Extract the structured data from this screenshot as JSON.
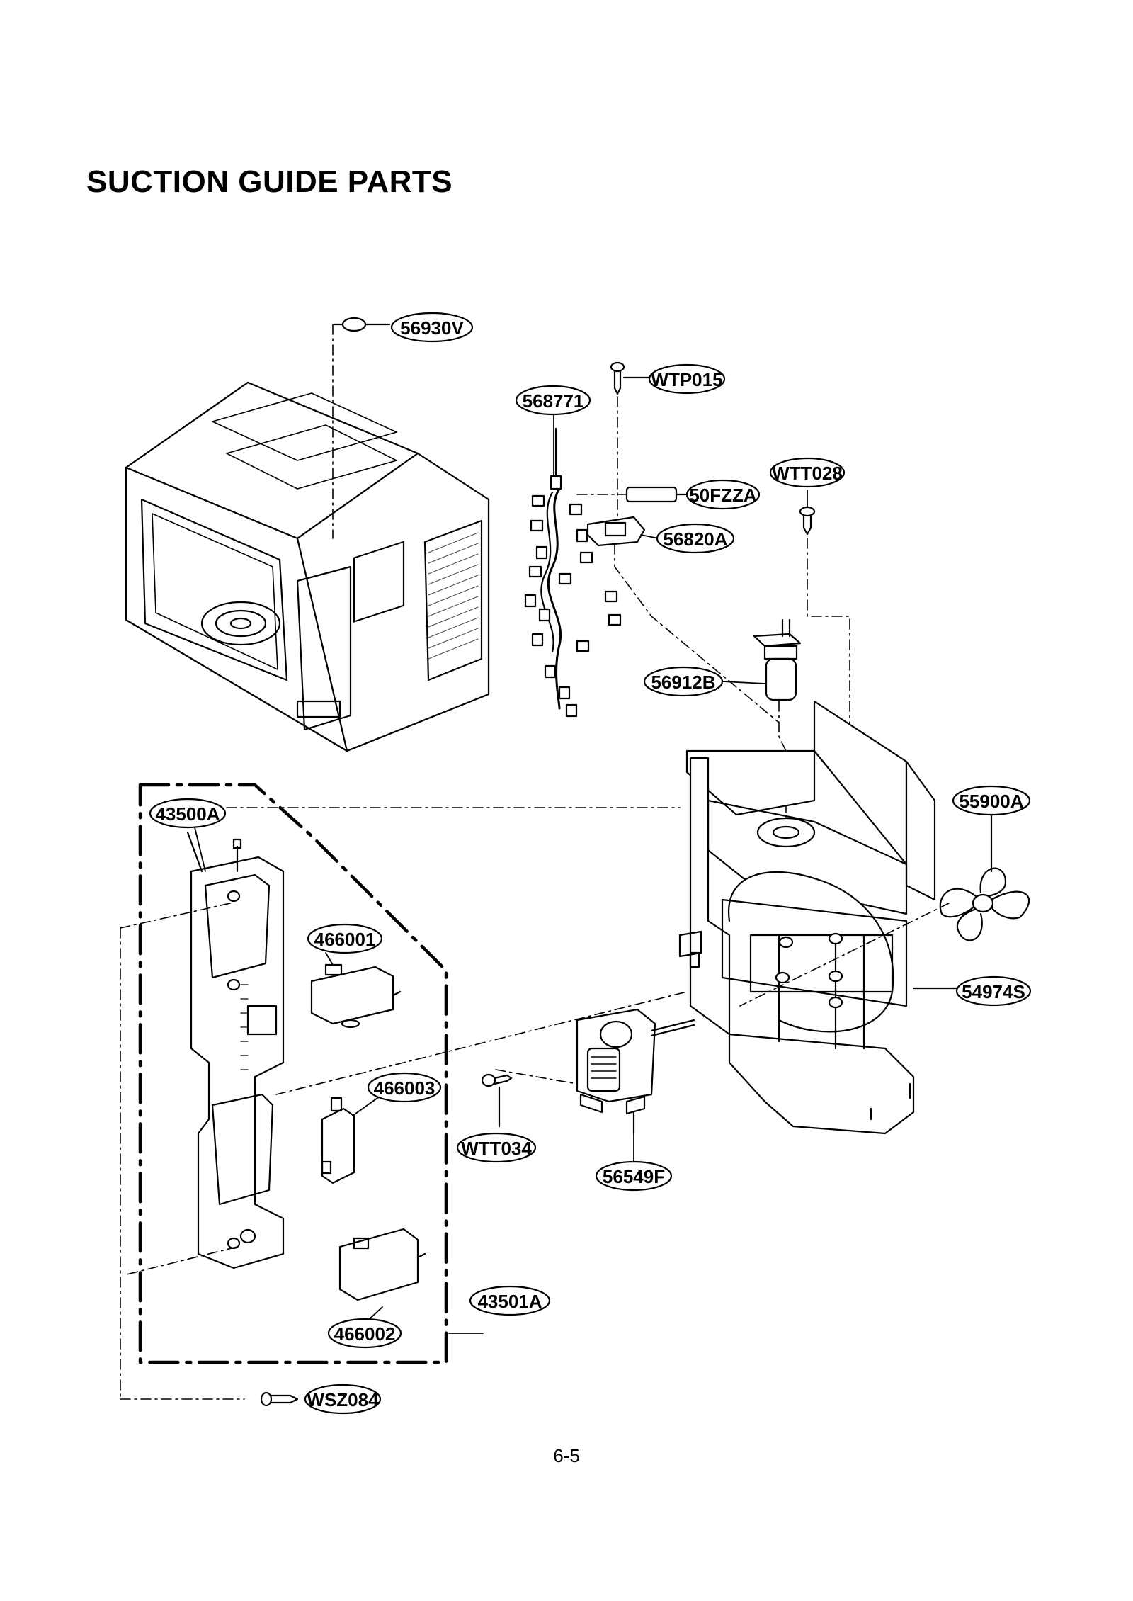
{
  "title": "SUCTION GUIDE PARTS",
  "page_number": "6-5",
  "callouts": {
    "thermostat": "56930V",
    "screw_wtp015": "WTP015",
    "wire_harness": "568771",
    "fuse": "50FZZA",
    "fuse_holder": "56820A",
    "screw_wtt028": "WTT028",
    "lamp": "56912B",
    "door_bracket": "43500A",
    "fan_blade": "55900A",
    "switch_466001": "466001",
    "fan_duct": "54974S",
    "switch_466003": "466003",
    "screw_wtt034": "WTT034",
    "fan_motor": "56549F",
    "latch_board": "43501A",
    "switch_466002": "466002",
    "screw_wsz084": "WSZ084"
  }
}
